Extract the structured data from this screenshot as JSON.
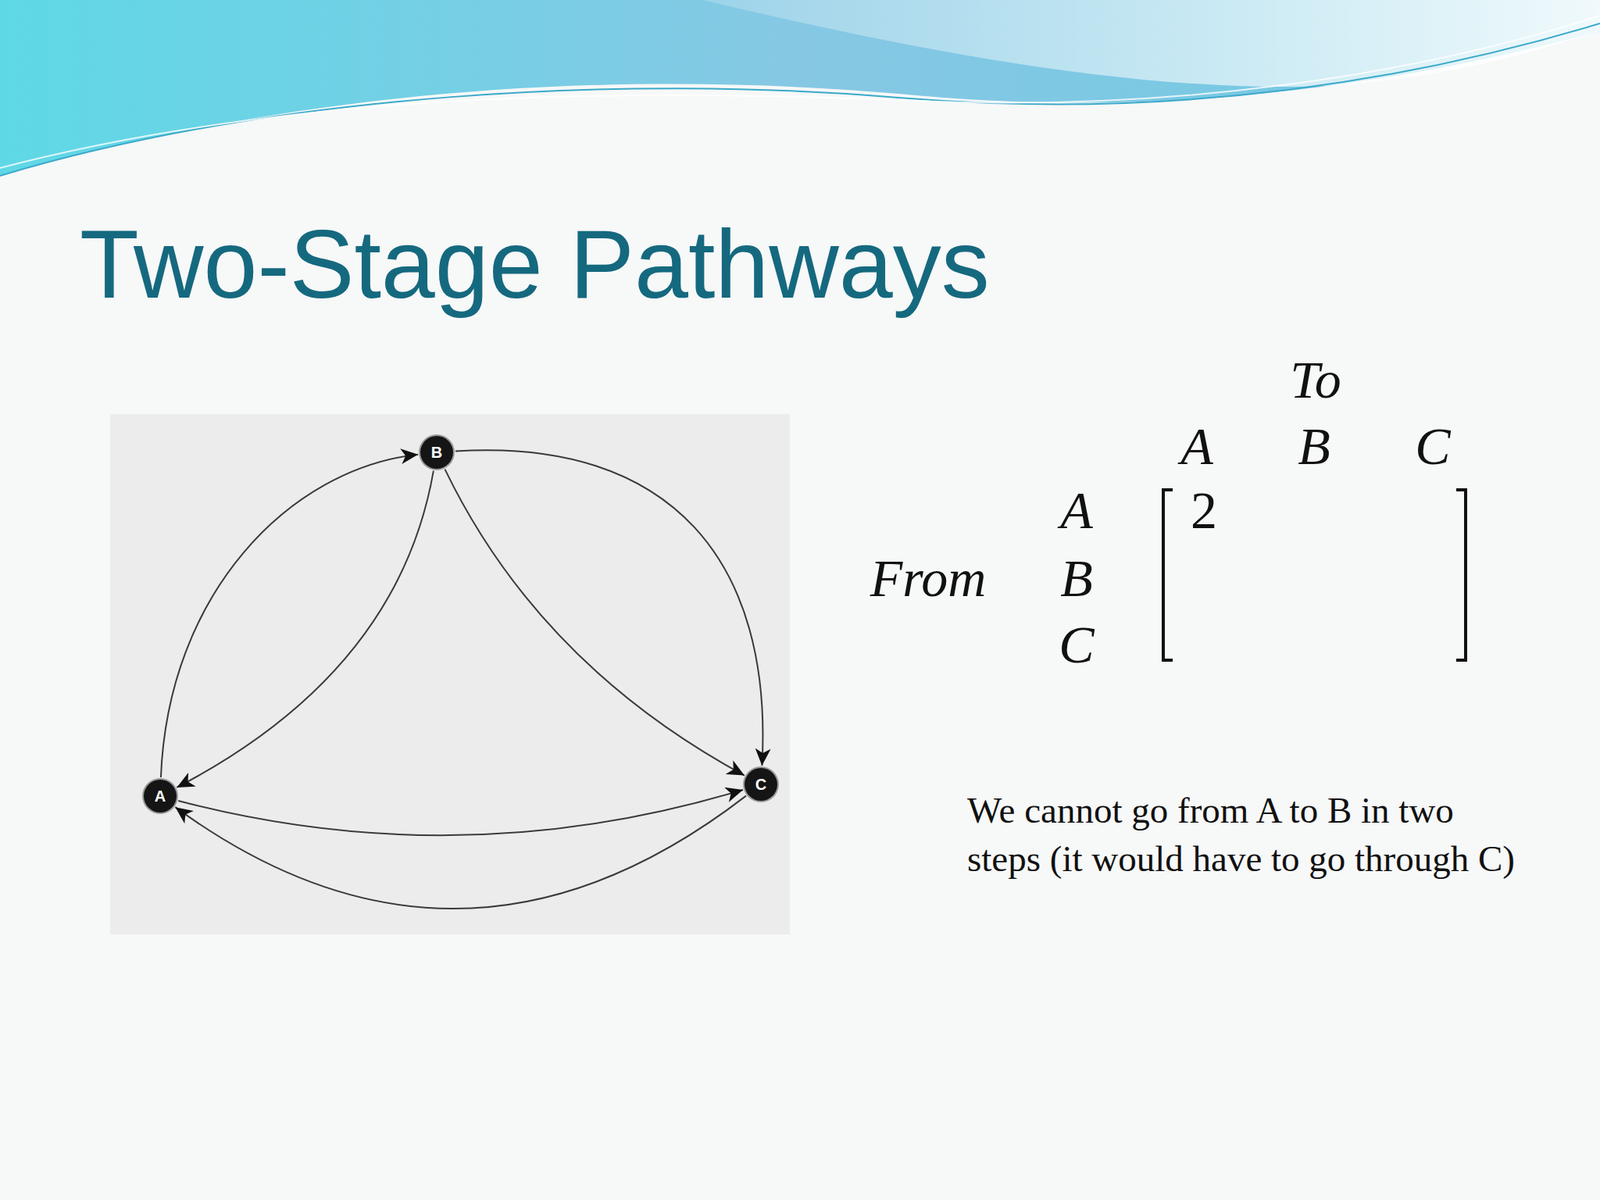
{
  "diagram": {
    "title": "Two-Stage Pathways",
    "nodes": [
      {
        "text": [
          "A"
        ]
      },
      {
        "text": [
          "B"
        ]
      },
      {
        "text": [
          "C"
        ]
      }
    ],
    "edges": [
      {
        "from": 0,
        "to": 1,
        "arrow": "to"
      },
      {
        "from": 1,
        "to": 0,
        "arrow": "to"
      },
      {
        "from": 1,
        "to": 2,
        "arrow": "to"
      },
      {
        "from": 1,
        "to": 2,
        "arrow": "to"
      },
      {
        "from": 0,
        "to": 2,
        "arrow": "to"
      },
      {
        "from": 2,
        "to": 0,
        "arrow": "to"
      }
    ],
    "labels": [
      "To",
      "A",
      "B",
      "C",
      "From",
      "A",
      "B",
      "C",
      "2",
      "We cannot go from A to B in two steps (it would have to go through C)"
    ]
  }
}
